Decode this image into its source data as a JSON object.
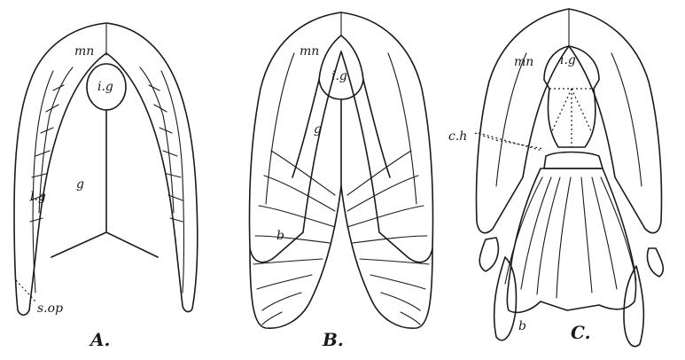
{
  "panels": [
    {
      "caption": "A.",
      "labels": {
        "mn": "mn",
        "ig": "i.g",
        "lg": "l.g",
        "g": "g",
        "sop": "s.op"
      }
    },
    {
      "caption": "B.",
      "labels": {
        "mn": "mn",
        "ig": "i.g",
        "g": "g",
        "b": "b"
      }
    },
    {
      "caption": "C.",
      "labels": {
        "mn": "mn",
        "ig": "i.g",
        "ch": "c.h",
        "b": "b"
      }
    }
  ]
}
